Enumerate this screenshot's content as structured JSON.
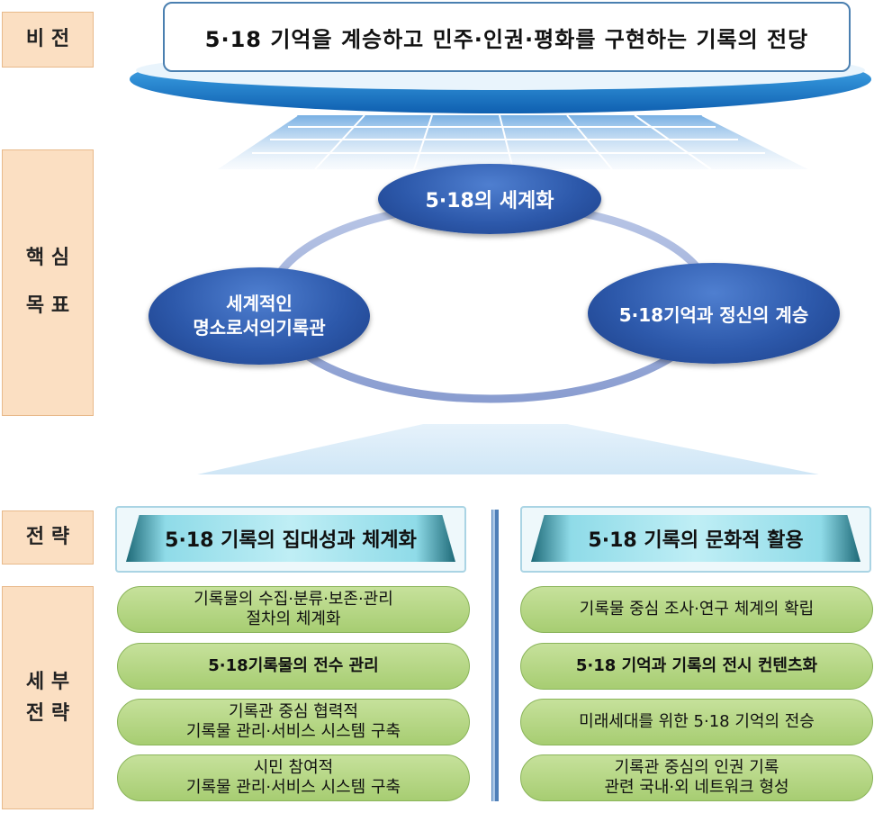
{
  "labels": {
    "vision": "비 전",
    "core_goal": "핵 심\n목 표",
    "strategy": "전 략",
    "detail_strategy": "세 부\n전 략"
  },
  "vision_text": "5·18 기억을 계승하고 민주·인권·평화를 구현하는 기록의 전당",
  "goals": {
    "top": "5·18의 세계화",
    "left": "세계적인\n명소로서의기록관",
    "right": "5·18기억과 정신의 계승"
  },
  "strategies": {
    "left": "5·18 기록의 집대성과 체계화",
    "right": "5·18 기록의 문화적 활용"
  },
  "details_left": [
    "기록물의 수집·분류·보존·관리\n절차의 체계화",
    "5·18기록물의 전수 관리",
    "기록관 중심 협력적\n기록물 관리·서비스 시스템 구축",
    "시민 참여적\n기록물 관리·서비스 시스템 구축"
  ],
  "details_right": [
    "기록물 중심 조사·연구 체계의 확립",
    "5·18 기억과 기록의 전시 컨텐츠화",
    "미래세대를 위한 5·18 기억의 전승",
    "기록관 중심의 인권 기록\n관련 국내·외 네트워크 형성"
  ]
}
